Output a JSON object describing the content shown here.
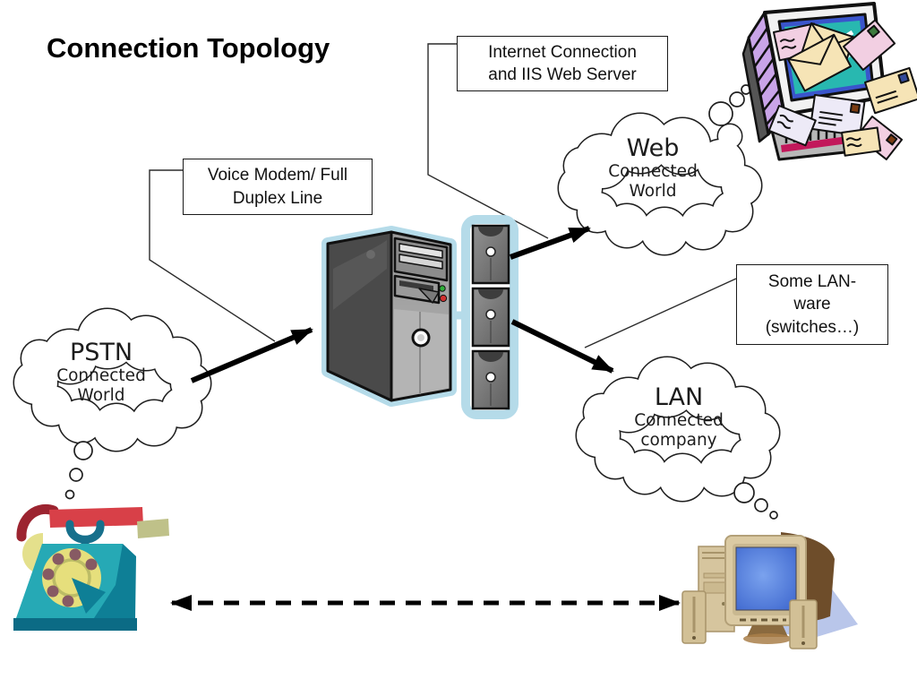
{
  "slide": {
    "title": "Connection Topology"
  },
  "callouts": {
    "internet": {
      "line1": "Internet Connection",
      "line2": "and IIS Web Server"
    },
    "voice_modem": {
      "line1": "Voice Modem/ Full",
      "line2": "Duplex Line"
    },
    "lan_ware": {
      "line1": "Some LAN-",
      "line2": "ware",
      "line3": "(switches…)"
    }
  },
  "clouds": {
    "web": {
      "name": "Web",
      "sub1": "Connected",
      "sub2": "World"
    },
    "pstn": {
      "name": "PSTN",
      "sub1": "Connected",
      "sub2": "World"
    },
    "lan": {
      "name": "LAN",
      "sub1": "Connected",
      "sub2": "company"
    }
  },
  "icons": {
    "server_tower": "gray PC tower with cyan glow outline",
    "switch_stack": "three stacked modem/switch units with cyan glow",
    "mail_computer": "cartoon monitor spilling envelopes",
    "rotary_phone": "teal rotary telephone",
    "desktop_computer": "beige desktop PC with blue screen",
    "dashed_link": "dashed double-headed arrow"
  },
  "colors": {
    "glow": "#b5dbe9",
    "arrow": "#000000",
    "phone_body": "#26a9b5",
    "phone_side": "#0e7f96",
    "phone_handset": "#d84048",
    "dial_yellow": "#e6df7c",
    "screen_teal": "#28b8b0",
    "monitor_beige": "#dbcaa3",
    "screen_blue": "#4a79dd"
  }
}
